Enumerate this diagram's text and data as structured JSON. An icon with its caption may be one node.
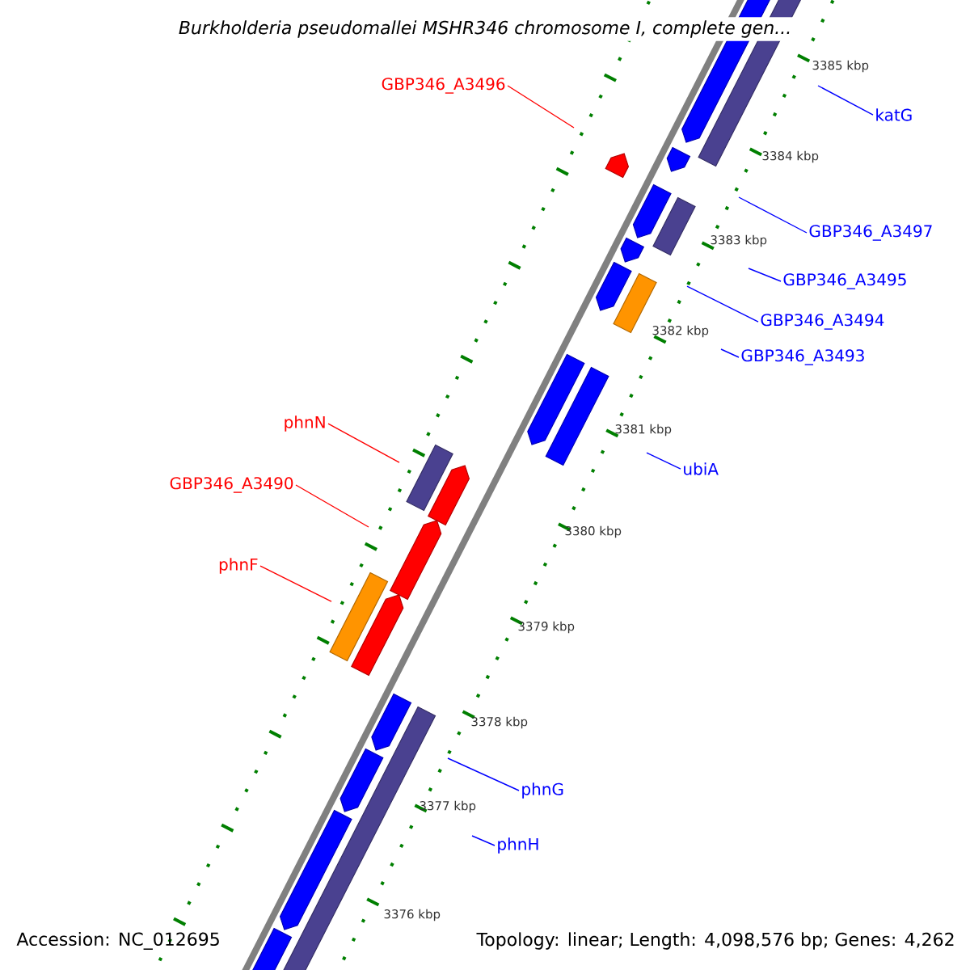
{
  "diagram": {
    "title": "Burkholderia pseudomallei MSHR346 chromosome I, complete gen...",
    "nodes": [
      {
        "text": [
          "GBP346_A3496"
        ]
      },
      {
        "text": [
          "katG"
        ]
      },
      {
        "text": [
          "GBP346_A3497"
        ]
      },
      {
        "text": [
          "GBP346_A3495"
        ]
      },
      {
        "text": [
          "GBP346_A3494"
        ]
      },
      {
        "text": [
          "GBP346_A3493"
        ]
      },
      {
        "text": [
          "ubiA"
        ]
      },
      {
        "text": [
          "phnN"
        ]
      },
      {
        "text": [
          "GBP346_A3490"
        ]
      },
      {
        "text": [
          "phnF"
        ]
      },
      {
        "text": [
          "phnG"
        ]
      },
      {
        "text": [
          "phnH"
        ]
      }
    ],
    "edges": [
      {
        "from": 0,
        "to": null,
        "arrow": "none",
        "color": "#ff0000"
      },
      {
        "from": 1,
        "to": null,
        "arrow": "none"
      },
      {
        "from": 2,
        "to": null,
        "arrow": "none"
      },
      {
        "from": 3,
        "to": null,
        "arrow": "none"
      },
      {
        "from": 4,
        "to": null,
        "arrow": "none"
      },
      {
        "from": 5,
        "to": null,
        "arrow": "none"
      },
      {
        "from": 6,
        "to": null,
        "arrow": "none"
      },
      {
        "from": 7,
        "to": null,
        "arrow": "none",
        "color": "#ff0000"
      },
      {
        "from": 8,
        "to": null,
        "arrow": "none",
        "color": "#ff0000"
      },
      {
        "from": 9,
        "to": null,
        "arrow": "none",
        "color": "#ff0000"
      },
      {
        "from": 10,
        "to": null,
        "arrow": "none"
      },
      {
        "from": 11,
        "to": null,
        "arrow": "none"
      }
    ],
    "labels": [
      "3385 kbp",
      "3384 kbp",
      "3383 kbp",
      "3382 kbp",
      "3381 kbp",
      "3380 kbp",
      "3379 kbp",
      "3378 kbp",
      "3377 kbp",
      "3376 kbp",
      "Accession: NC_012695",
      "Topology: linear; Length: 4,098,576 bp; Genes: 4,262"
    ]
  }
}
